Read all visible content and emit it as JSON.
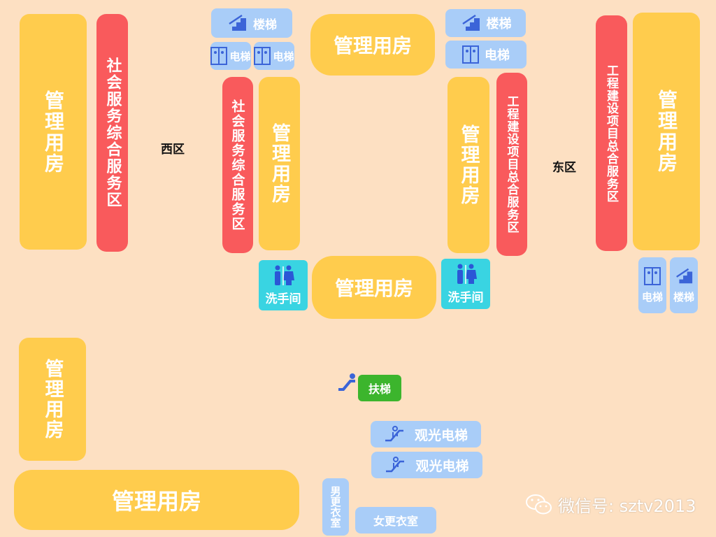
{
  "zones": {
    "west": "西区",
    "east": "东区"
  },
  "rooms": {
    "management": "管理用房",
    "social_service": "社会服务综合服务区",
    "project_service": "工程建设项目总合服务区"
  },
  "facilities": {
    "stairs": "楼梯",
    "elevator": "电梯",
    "restroom": "洗手间",
    "escalator": "扶梯",
    "sightseeing_elevator": "观光电梯",
    "men_locker": "男更衣室",
    "women_locker": "女更衣室"
  },
  "watermark": {
    "text": "微信号: sztv2013"
  },
  "icons": [
    "stairs-icon",
    "elevator-icon",
    "restroom-icon",
    "escalator-icon",
    "sightseeing-elevator-icon",
    "wechat-icon"
  ],
  "colors": {
    "management": "#ffcc4d",
    "service": "#f95a5c",
    "lift": "#a9cdf8",
    "restroom": "#39d4e2",
    "escalator": "#3cb52d",
    "background": "#fde0c2"
  }
}
